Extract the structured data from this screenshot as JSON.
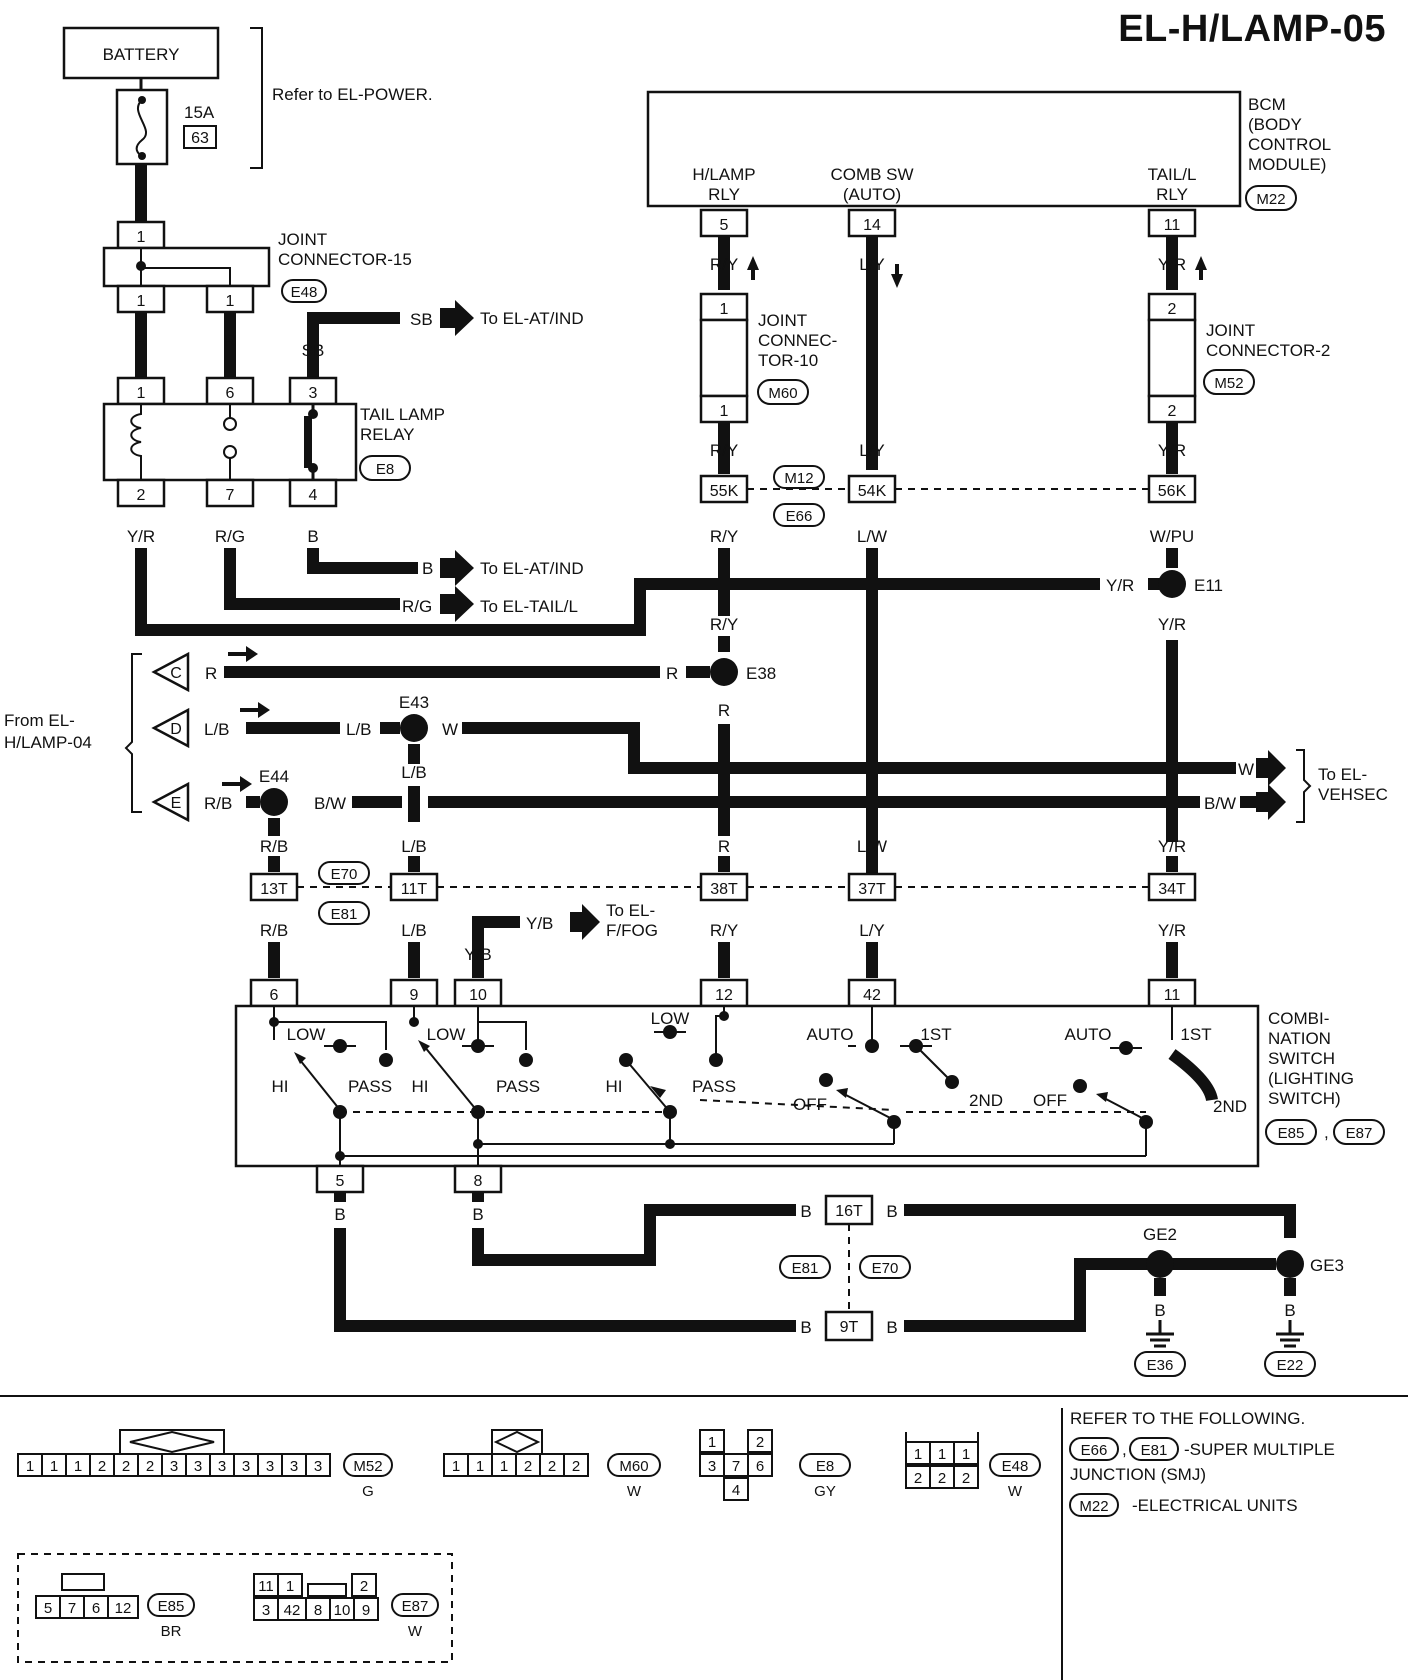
{
  "page_title": "EL-H/LAMP-05",
  "battery": {
    "label": "BATTERY",
    "fuse_rating": "15A",
    "fuse_number": "63",
    "note": "Refer to EL-POWER."
  },
  "bcm": {
    "lines": [
      "BCM",
      "(BODY",
      "CONTROL",
      "MODULE)"
    ],
    "connector": "M22",
    "terminals": [
      {
        "name_lines": [
          "H/LAMP",
          "RLY"
        ],
        "pin": "5"
      },
      {
        "name_lines": [
          "COMB SW",
          "(AUTO)"
        ],
        "pin": "14"
      },
      {
        "name_lines": [
          "TAIL/L",
          "RLY"
        ],
        "pin": "11"
      }
    ]
  },
  "joint_connector_15": {
    "lines": [
      "JOINT",
      "CONNECTOR-15"
    ],
    "connector": "E48",
    "pins": [
      "1",
      "1",
      "1"
    ]
  },
  "tail_lamp_relay": {
    "lines": [
      "TAIL LAMP",
      "RELAY"
    ],
    "connector": "E8",
    "top_pins": [
      "1",
      "6",
      "3"
    ],
    "bottom_pins": [
      "2",
      "7",
      "4"
    ]
  },
  "joint_connector_10": {
    "lines": [
      "JOINT",
      "CONNEC-",
      "TOR-10"
    ],
    "connector": "M60",
    "pins": [
      "1",
      "1"
    ]
  },
  "joint_connector_2": {
    "lines": [
      "JOINT",
      "CONNECTOR-2"
    ],
    "connector": "M52",
    "pins": [
      "2",
      "2"
    ]
  },
  "smj_row_1": {
    "pins": [
      "55K",
      "54K",
      "56K"
    ],
    "connectors": [
      "M12",
      "E66"
    ]
  },
  "smj_row_2": {
    "pins": [
      "13T",
      "11T",
      "38T",
      "37T",
      "34T"
    ],
    "connectors": [
      "E70",
      "E81"
    ]
  },
  "smj_ground": {
    "pins": [
      "16T",
      "9T"
    ],
    "connectors": [
      "E81",
      "E70"
    ]
  },
  "wire_colors": [
    "R",
    "SB",
    "Y/R",
    "R/G",
    "B",
    "R/Y",
    "L/Y",
    "L/W",
    "W/PU",
    "R/B",
    "L/B",
    "W",
    "B/W",
    "Y/B"
  ],
  "destinations": {
    "at_ind": "To EL-AT/IND",
    "tail_l": "To EL-TAIL/L",
    "fog": [
      "To EL-",
      "F/FOG"
    ],
    "vehsec": [
      "To EL-",
      "VEHSEC"
    ]
  },
  "from_label": [
    "From EL-",
    "H/LAMP-04"
  ],
  "inputs": [
    "C",
    "D",
    "E"
  ],
  "splices": [
    "E11",
    "E38",
    "E43",
    "E44"
  ],
  "combination_switch": {
    "lines": [
      "COMBI-",
      "NATION",
      "SWITCH",
      "(LIGHTING",
      "SWITCH)"
    ],
    "connectors": [
      "E85",
      "E87"
    ],
    "top_pins": [
      "6",
      "9",
      "10",
      "12",
      "42",
      "11"
    ],
    "bottom_pins": [
      "5",
      "8"
    ],
    "positions": [
      "LOW",
      "HI",
      "PASS",
      "AUTO",
      "1ST",
      "2ND",
      "OFF"
    ]
  },
  "grounds": {
    "splices": [
      "GE2",
      "GE3"
    ],
    "connectors": [
      "E36",
      "E22"
    ]
  },
  "connector_views": [
    {
      "id": "M52",
      "color": "G",
      "cells": [
        "1",
        "1",
        "1",
        "2",
        "2",
        "2",
        "3",
        "3",
        "3",
        "3",
        "3",
        "3",
        "3"
      ]
    },
    {
      "id": "M60",
      "color": "W",
      "cells": [
        "1",
        "1",
        "1",
        "2",
        "2",
        "2"
      ]
    },
    {
      "id": "E8",
      "color": "GY",
      "cells": [
        "1",
        "2",
        "3",
        "7",
        "6",
        "4"
      ]
    },
    {
      "id": "E48",
      "color": "W",
      "cells": [
        "1",
        "1",
        "1",
        "2",
        "2",
        "2"
      ]
    },
    {
      "id": "E85",
      "color": "BR",
      "cells": [
        "5",
        "7",
        "6",
        "12"
      ]
    },
    {
      "id": "E87",
      "color": "W",
      "cells": [
        "11",
        "1",
        "2",
        "3",
        "42",
        "8",
        "10",
        "9"
      ]
    }
  ],
  "refer": {
    "title": "REFER TO THE FOLLOWING.",
    "items": [
      {
        "codes": [
          "E66",
          "E81"
        ],
        "text": "-SUPER MULTIPLE",
        "text2": "JUNCTION (SMJ)"
      },
      {
        "codes": [
          "M22"
        ],
        "text": "-ELECTRICAL UNITS"
      }
    ]
  }
}
